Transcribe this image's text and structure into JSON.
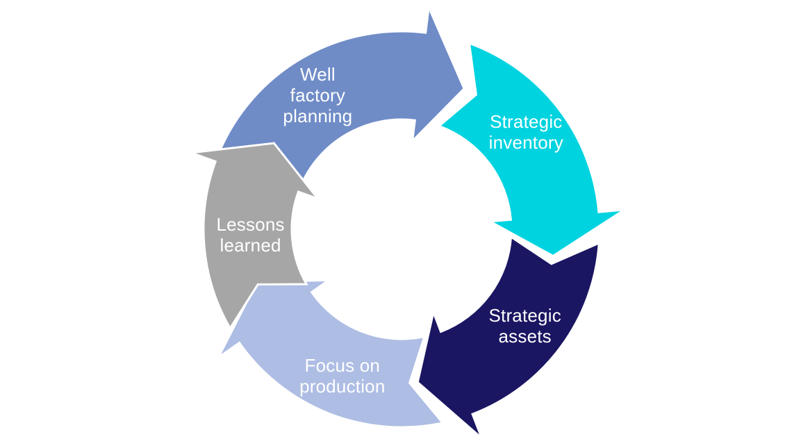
{
  "diagram": {
    "type": "cycle",
    "background": "#ffffff",
    "segments": [
      {
        "key": "well-factory-planning",
        "lines": [
          "Well",
          "factory",
          "planning"
        ],
        "color": "#6f8cc7",
        "text_color": "#ffffff"
      },
      {
        "key": "strategic-inventory",
        "lines": [
          "Strategic",
          "inventory"
        ],
        "color": "#00d3e0",
        "text_color": "#ffffff"
      },
      {
        "key": "strategic-assets",
        "lines": [
          "Strategic",
          "assets"
        ],
        "color": "#1b1662",
        "text_color": "#ffffff"
      },
      {
        "key": "focus-on-production",
        "lines": [
          "Focus on",
          "production"
        ],
        "color": "#aebde3",
        "text_color": "#ffffff"
      },
      {
        "key": "lessons-learned",
        "lines": [
          "Lessons",
          "learned"
        ],
        "color": "#a6a6a6",
        "text_color": "#ffffff"
      }
    ]
  }
}
